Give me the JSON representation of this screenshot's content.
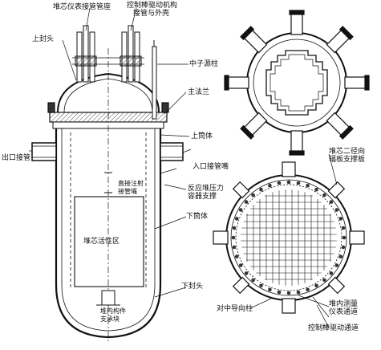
{
  "figure": {
    "labels": {
      "top_instr_tube": "堆芯仪表接管管座",
      "top_cr_mech": "控制棒驱动机构",
      "top_cr_mech2": "接管与外壳",
      "upper_head": "上封头",
      "central_column": "中子源柱",
      "flange": "主法兰",
      "upper_shell": "上筒体",
      "outlet_nozzle": "出口接管",
      "inlet_nozzle": "入口接管嘴",
      "hot_leg_1": "直接注射",
      "hot_leg_2": "接管嘴",
      "vessel_support_1": "反应堆压力",
      "vessel_support_2": "容器支撑",
      "lower_shell": "下筒体",
      "core_region": "堆芯活性区",
      "lower_head": "下封头",
      "instr_guide_1": "堆内构件",
      "instr_guide_2": "支承块",
      "radial_support_1": "堆芯二径向",
      "radial_support_2": "辐板支撑板",
      "flow_column": "对中导向柱",
      "instr_tube_1": "堆内测量",
      "instr_tube_2": "仪表通道",
      "cr_guide": "控制棒驱动通道"
    }
  }
}
